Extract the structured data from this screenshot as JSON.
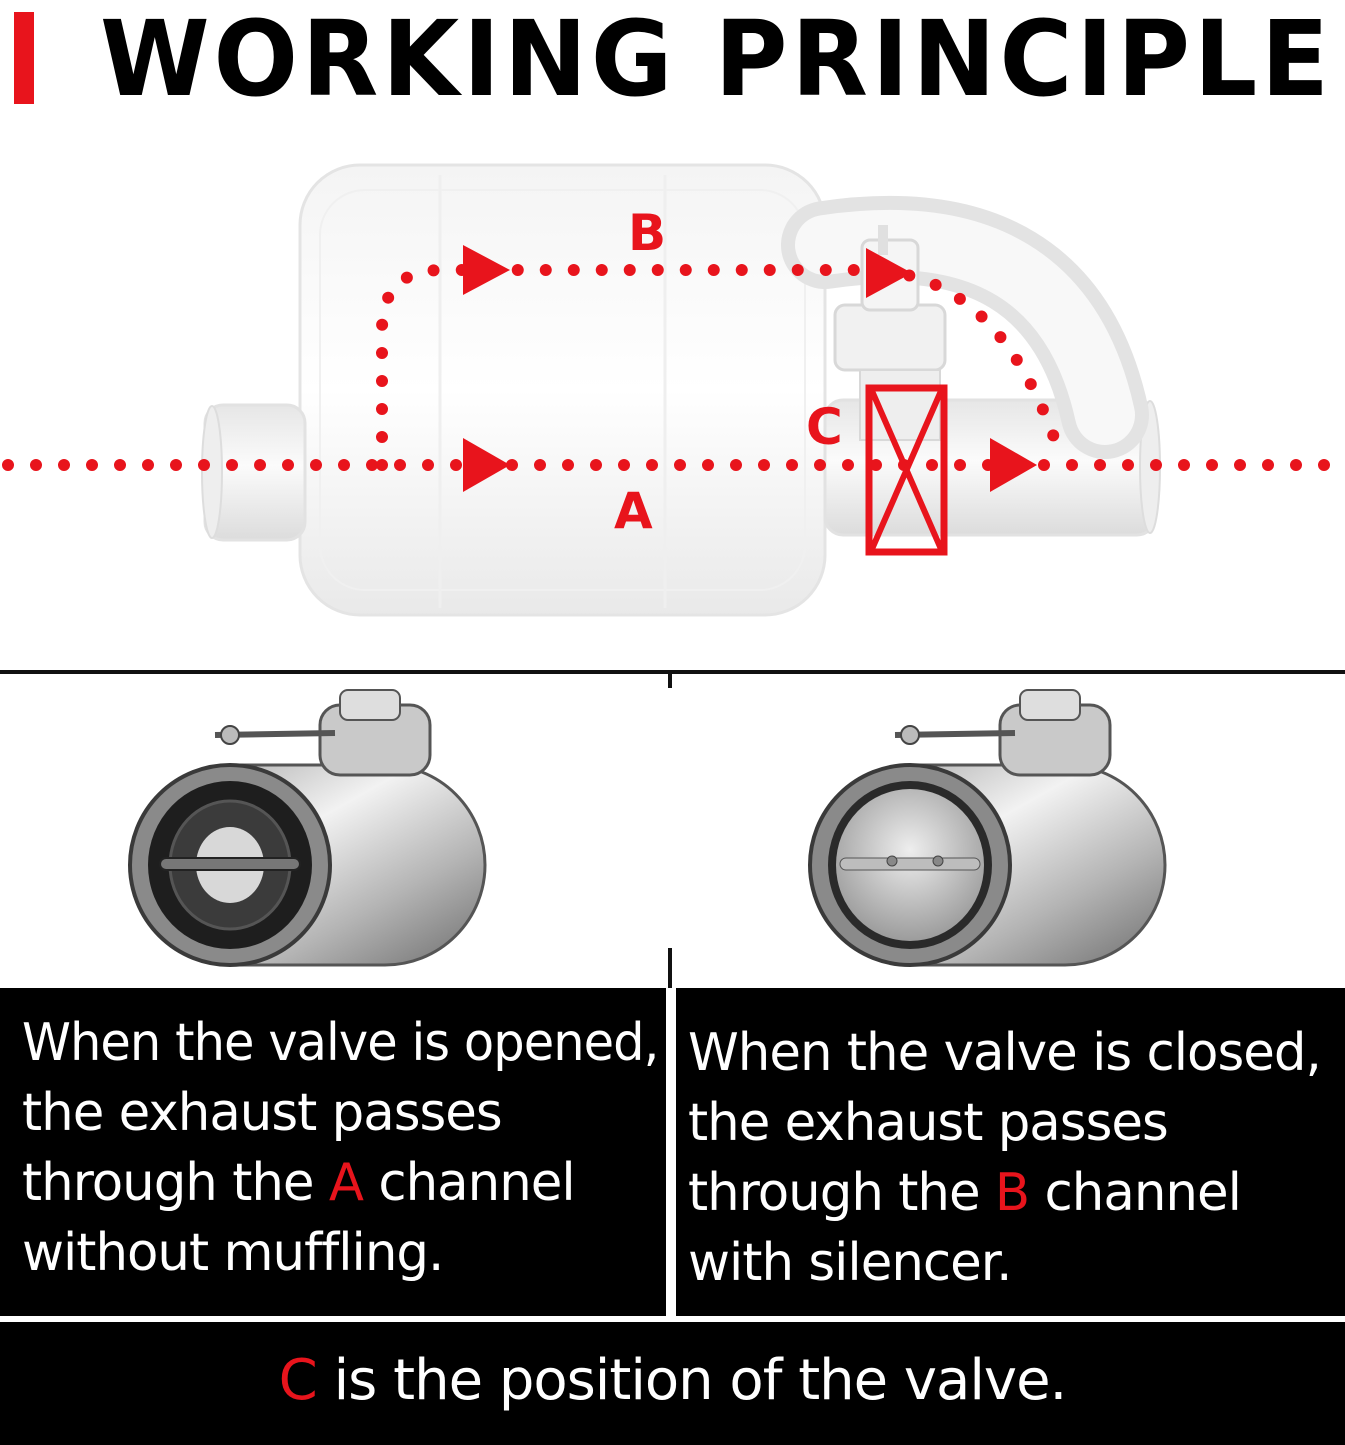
{
  "header": {
    "title": "WORKING PRINCIPLE",
    "accent_color": "#e8141c"
  },
  "diagram": {
    "labels": {
      "a": "A",
      "b": "B",
      "c": "C"
    },
    "icons": [
      "muffler-illustration",
      "flow-arrow-icon",
      "valve-position-marker"
    ],
    "path_color": "#e8141c"
  },
  "illustrations": {
    "left": "exhaust-valve-opened",
    "right": "exhaust-valve-closed"
  },
  "panels": {
    "open": {
      "line1": "When the valve is opened,",
      "line2": "the exhaust passes",
      "line3_pre": "through the ",
      "line3_channel": "A",
      "line3_post": " channel",
      "line4": "without muffling."
    },
    "closed": {
      "line1": "When the valve is closed,",
      "line2": "the exhaust passes",
      "line3_pre": "through the ",
      "line3_channel": "B",
      "line3_post": " channel",
      "line4": "with silencer."
    },
    "note": {
      "channel": "C",
      "text": " is the position of the valve."
    }
  }
}
